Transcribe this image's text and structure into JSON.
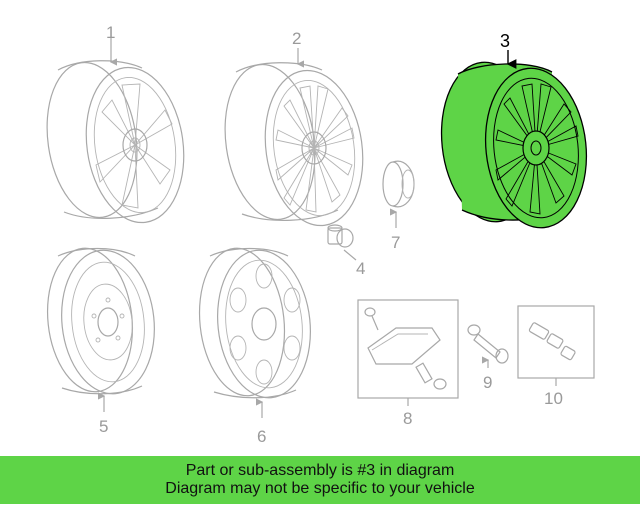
{
  "colors": {
    "highlight": "#5ed447",
    "banner": "#5ed447",
    "ghost": "#a8a8a8"
  },
  "callouts": {
    "c1": "1",
    "c2": "2",
    "c3": "3",
    "c4": "4",
    "c5": "5",
    "c6": "6",
    "c7": "7",
    "c8": "8",
    "c9": "9",
    "c10": "10"
  },
  "banner": {
    "line1": "Part or sub-assembly is #3 in diagram",
    "line2": "Diagram may not be specific to your vehicle"
  }
}
